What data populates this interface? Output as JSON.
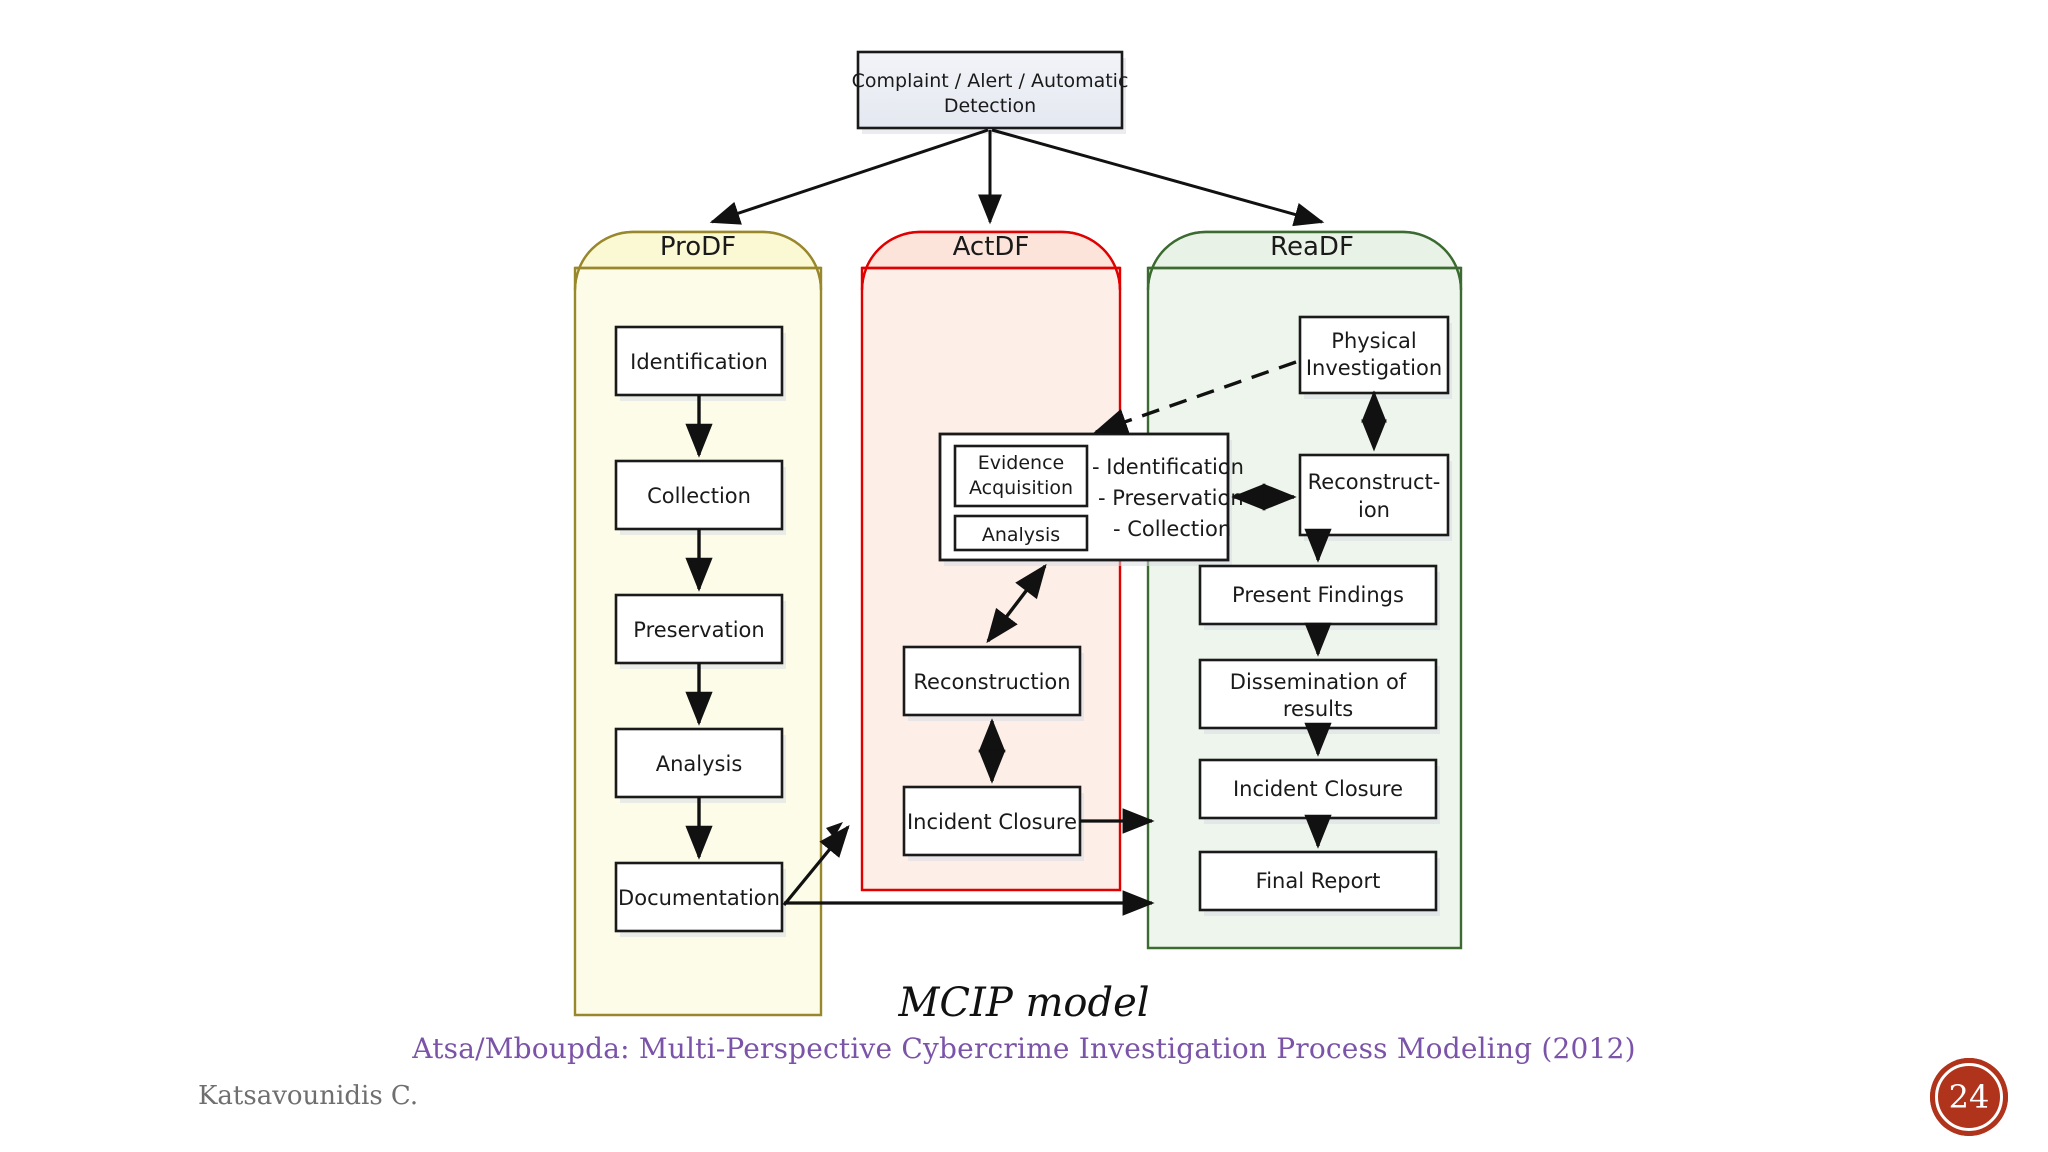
{
  "slide": {
    "title": "MCIP model",
    "subtitle": "Atsa/Mboupda: Multi-Perspective Cybercrime Investigation Process Modeling (2012)",
    "footer_author": "Katsavounidis C.",
    "page_number": "24",
    "badge_color": "#b0331c",
    "subtitle_color": "#7B53A8"
  },
  "trigger": {
    "label": "Complaint / Alert / Automatic Detection"
  },
  "lanes": [
    {
      "id": "prodf",
      "label": "ProDF",
      "border_color": "#99872b",
      "header_fill": "#fbf8d4",
      "body_fill": "#fdfce8",
      "nodes": [
        {
          "label": "Identification"
        },
        {
          "label": "Collection"
        },
        {
          "label": "Preservation"
        },
        {
          "label": "Analysis"
        },
        {
          "label": "Documentation"
        }
      ]
    },
    {
      "id": "actdf",
      "label": "ActDF",
      "border_color": "#e00000",
      "header_fill": "#fde4db",
      "body_fill": "#fdeee7",
      "nodes": [
        {
          "label": "Evidence Acquisition",
          "line1": "Evidence",
          "line2": "Acquisition"
        },
        {
          "label": "Analysis"
        },
        {
          "label": "Reconstruction"
        },
        {
          "label": "Incident Closure"
        }
      ],
      "bullets": [
        "- Identification",
        "- Preservation",
        "- Collection"
      ]
    },
    {
      "id": "readf",
      "label": "ReaDF",
      "border_color": "#3c6b32",
      "header_fill": "#e9f2e6",
      "body_fill": "#eef5ec",
      "nodes": [
        {
          "label": "Physical Investigation",
          "line1": "Physical",
          "line2": "Investigation"
        },
        {
          "label": "Reconstruction",
          "line1": "Reconstruct-",
          "line2": "ion"
        },
        {
          "label": "Present Findings"
        },
        {
          "label": "Dissemination of results",
          "line1": "Dissemination of",
          "line2": "results"
        },
        {
          "label": "Incident Closure"
        },
        {
          "label": "Final Report"
        }
      ]
    }
  ],
  "connections": [
    {
      "name": "trigger-to-prodf",
      "style": "solid-arrow"
    },
    {
      "name": "trigger-to-actdf",
      "style": "solid-arrow"
    },
    {
      "name": "trigger-to-readf",
      "style": "solid-arrow"
    },
    {
      "name": "identification-to-collection",
      "style": "solid-arrow"
    },
    {
      "name": "collection-to-preservation",
      "style": "solid-arrow"
    },
    {
      "name": "preservation-to-analysis",
      "style": "solid-arrow"
    },
    {
      "name": "analysis-to-documentation",
      "style": "solid-arrow"
    },
    {
      "name": "evidence-acquisition-to-reconstruction",
      "style": "solid-arrow"
    },
    {
      "name": "reconstruction-to-incident-closure",
      "style": "double-headed-arrow"
    },
    {
      "name": "documentation-to-actdf",
      "style": "solid-double-arrowhead"
    },
    {
      "name": "documentation-to-readf",
      "style": "solid-double-arrowhead"
    },
    {
      "name": "actdf-incident-closure-to-readf",
      "style": "solid-double-arrowhead"
    },
    {
      "name": "evidence-acquisition-to-readf-reconstruction",
      "style": "double-headed-arrow"
    },
    {
      "name": "physical-investigation-to-reconstruction",
      "style": "dotted-double-arrow"
    },
    {
      "name": "physical-investigation-to-evidence-acquisition",
      "style": "dashed-arrow"
    },
    {
      "name": "readf-reconstruction-to-present-findings",
      "style": "solid-arrow"
    },
    {
      "name": "present-findings-to-dissemination",
      "style": "solid-arrow"
    },
    {
      "name": "dissemination-to-incident-closure",
      "style": "solid-arrow"
    },
    {
      "name": "incident-closure-to-final-report",
      "style": "solid-arrow"
    }
  ]
}
